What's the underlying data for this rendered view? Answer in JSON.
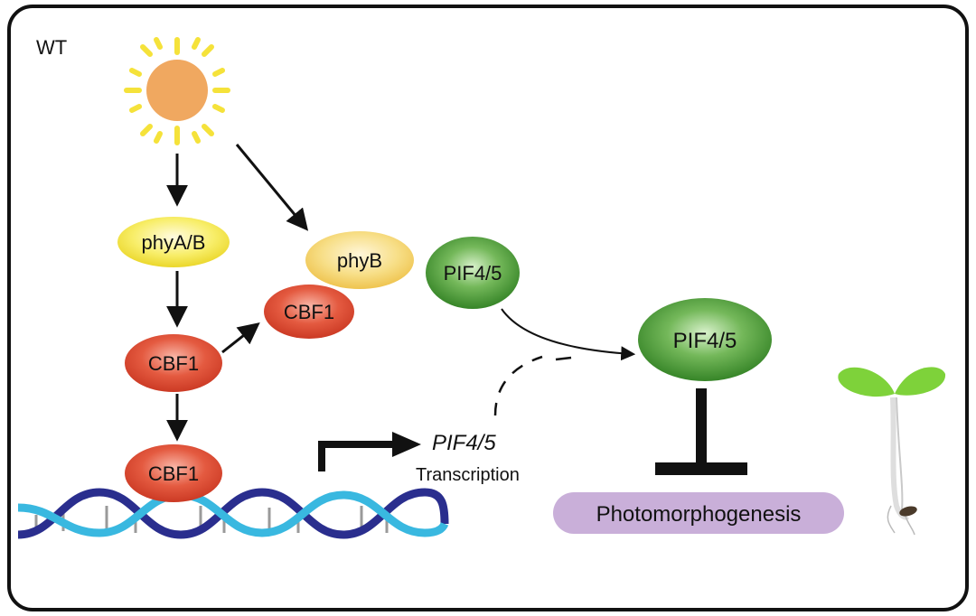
{
  "panel_label": "WT",
  "nodes": {
    "phyAB": "phyA/B",
    "phyB": "phyB",
    "cbf1_complex": "CBF1",
    "cbf1_mid": "CBF1",
    "cbf1_dna": "CBF1",
    "pif_left": "PIF4/5",
    "pif_right": "PIF4/5"
  },
  "gene_label": "PIF4/5",
  "transcription_label": "Transcription",
  "outcome_label": "Photomorphogenesis",
  "colors": {
    "sun": "#F0A860",
    "sun_rays": "#F5E23A",
    "phy": "#F5E63C",
    "cbf1": "#D8452F",
    "pif": "#3E8E2E",
    "outcome": "#C9AFD9",
    "dna_dark": "#2A2E8E",
    "dna_light": "#39B8E0",
    "seedling_leaf": "#7ED23A"
  },
  "icons": [
    "sun-icon",
    "dna-helix-icon",
    "seedling-icon"
  ]
}
